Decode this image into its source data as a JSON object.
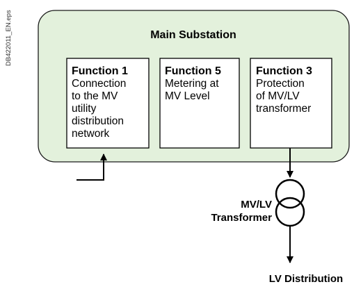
{
  "file_label": "DB422011_EN.eps",
  "substation": {
    "title": "Main Substation"
  },
  "functions": [
    {
      "title": "Function 1",
      "lines": [
        "Connection",
        "to the MV",
        "utility",
        "distribution",
        "network"
      ]
    },
    {
      "title": "Function 5",
      "lines": [
        "Metering at",
        "MV Level"
      ]
    },
    {
      "title": "Function 3",
      "lines": [
        "Protection",
        "of MV/LV",
        "transformer"
      ]
    }
  ],
  "transformer": {
    "label_line1": "MV/LV",
    "label_line2": "Transformer"
  },
  "output": {
    "label": "LV Distribution"
  },
  "colors": {
    "substation_fill": "#e3f1dc",
    "substation_stroke": "#1a1a1a",
    "box_fill": "#ffffff",
    "line": "#000000"
  }
}
